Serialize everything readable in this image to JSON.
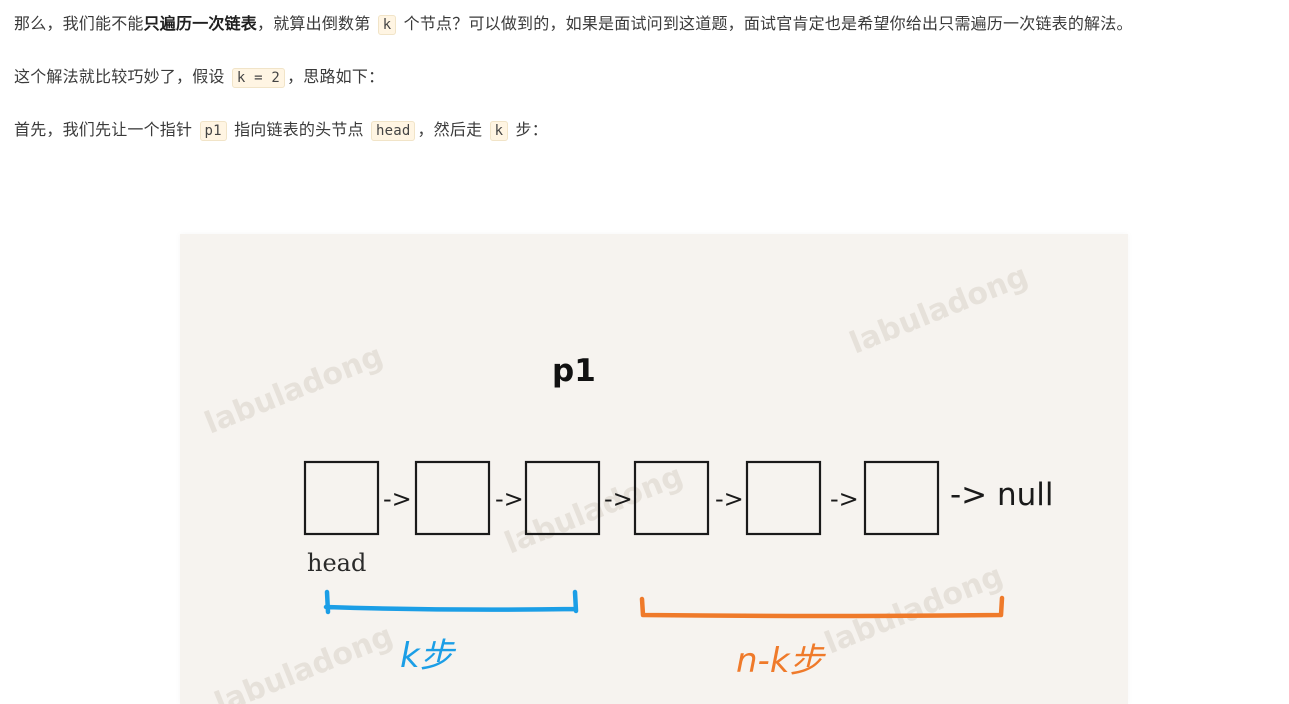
{
  "paragraphs": {
    "p1": {
      "t1": "那么，我们能不能",
      "bold": "只遍历一次链表",
      "t2": "，就算出倒数第",
      "code_k": "k",
      "t3": "个节点？可以做到的，如果是面试问到这道题，面试官肯定也是希望你给出只需遍历一次链表的解法。"
    },
    "p2": {
      "t1": "这个解法就比较巧妙了，假设",
      "code": "k = 2",
      "t2": "，思路如下："
    },
    "p3": {
      "t1": "首先，我们先让一个指针",
      "code_p1": "p1",
      "t2": "指向链表的头节点",
      "code_head": "head",
      "t3": "，然后走",
      "code_k": "k",
      "t4": "步："
    }
  },
  "figure": {
    "pointer_label": "p1",
    "arrow": "->",
    "null_label": "-> null",
    "head_label": "head",
    "k_steps_label": "k步",
    "n_minus_k_label": "n-k步",
    "watermark": "labuladong",
    "colors": {
      "k_bracket": "#1b9ee6",
      "n_minus_k_bracket": "#ef7a2a",
      "box_stroke": "#1a1a1a",
      "background": "#f6f3ef"
    }
  }
}
